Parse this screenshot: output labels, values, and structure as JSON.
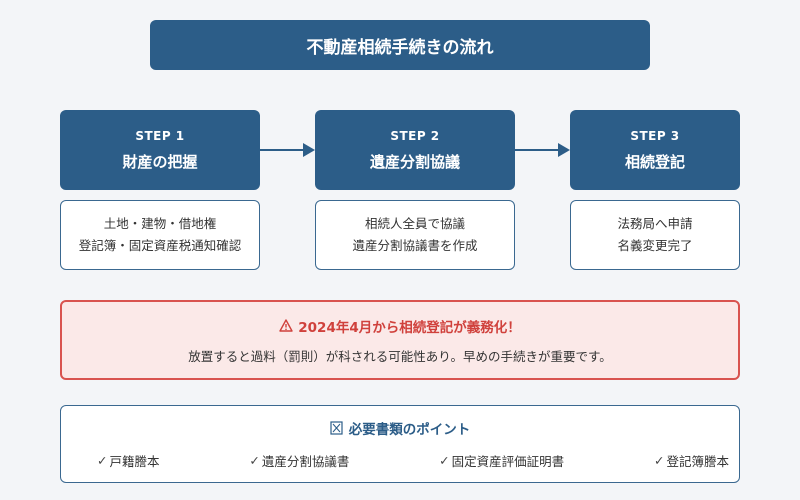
{
  "title": "不動産相続手続きの流れ",
  "steps": [
    {
      "num": "STEP 1",
      "name": "財産の把握",
      "details": [
        "土地・建物・借地権",
        "登記簿・固定資産税通知確認"
      ]
    },
    {
      "num": "STEP 2",
      "name": "遺産分割協議",
      "details": [
        "相続人全員で協議",
        "遺産分割協議書を作成"
      ]
    },
    {
      "num": "STEP 3",
      "name": "相続登記",
      "details": [
        "法務局へ申請",
        "名義変更完了"
      ]
    }
  ],
  "alert": {
    "title": "2024年4月から相続登記が義務化！",
    "text": "放置すると過料（罰則）が科される可能性あり。早めの手続きが重要です。",
    "icon": "warning-icon",
    "color": "#d9534f"
  },
  "documents": {
    "title": "必要書類のポイント",
    "icon": "clipboard-icon",
    "check_mark": "✓",
    "items": [
      "戸籍謄本",
      "遺産分割協議書",
      "固定資産評価証明書",
      "登記簿謄本"
    ]
  },
  "colors": {
    "primary": "#2c5d88",
    "alert": "#d9534f"
  }
}
